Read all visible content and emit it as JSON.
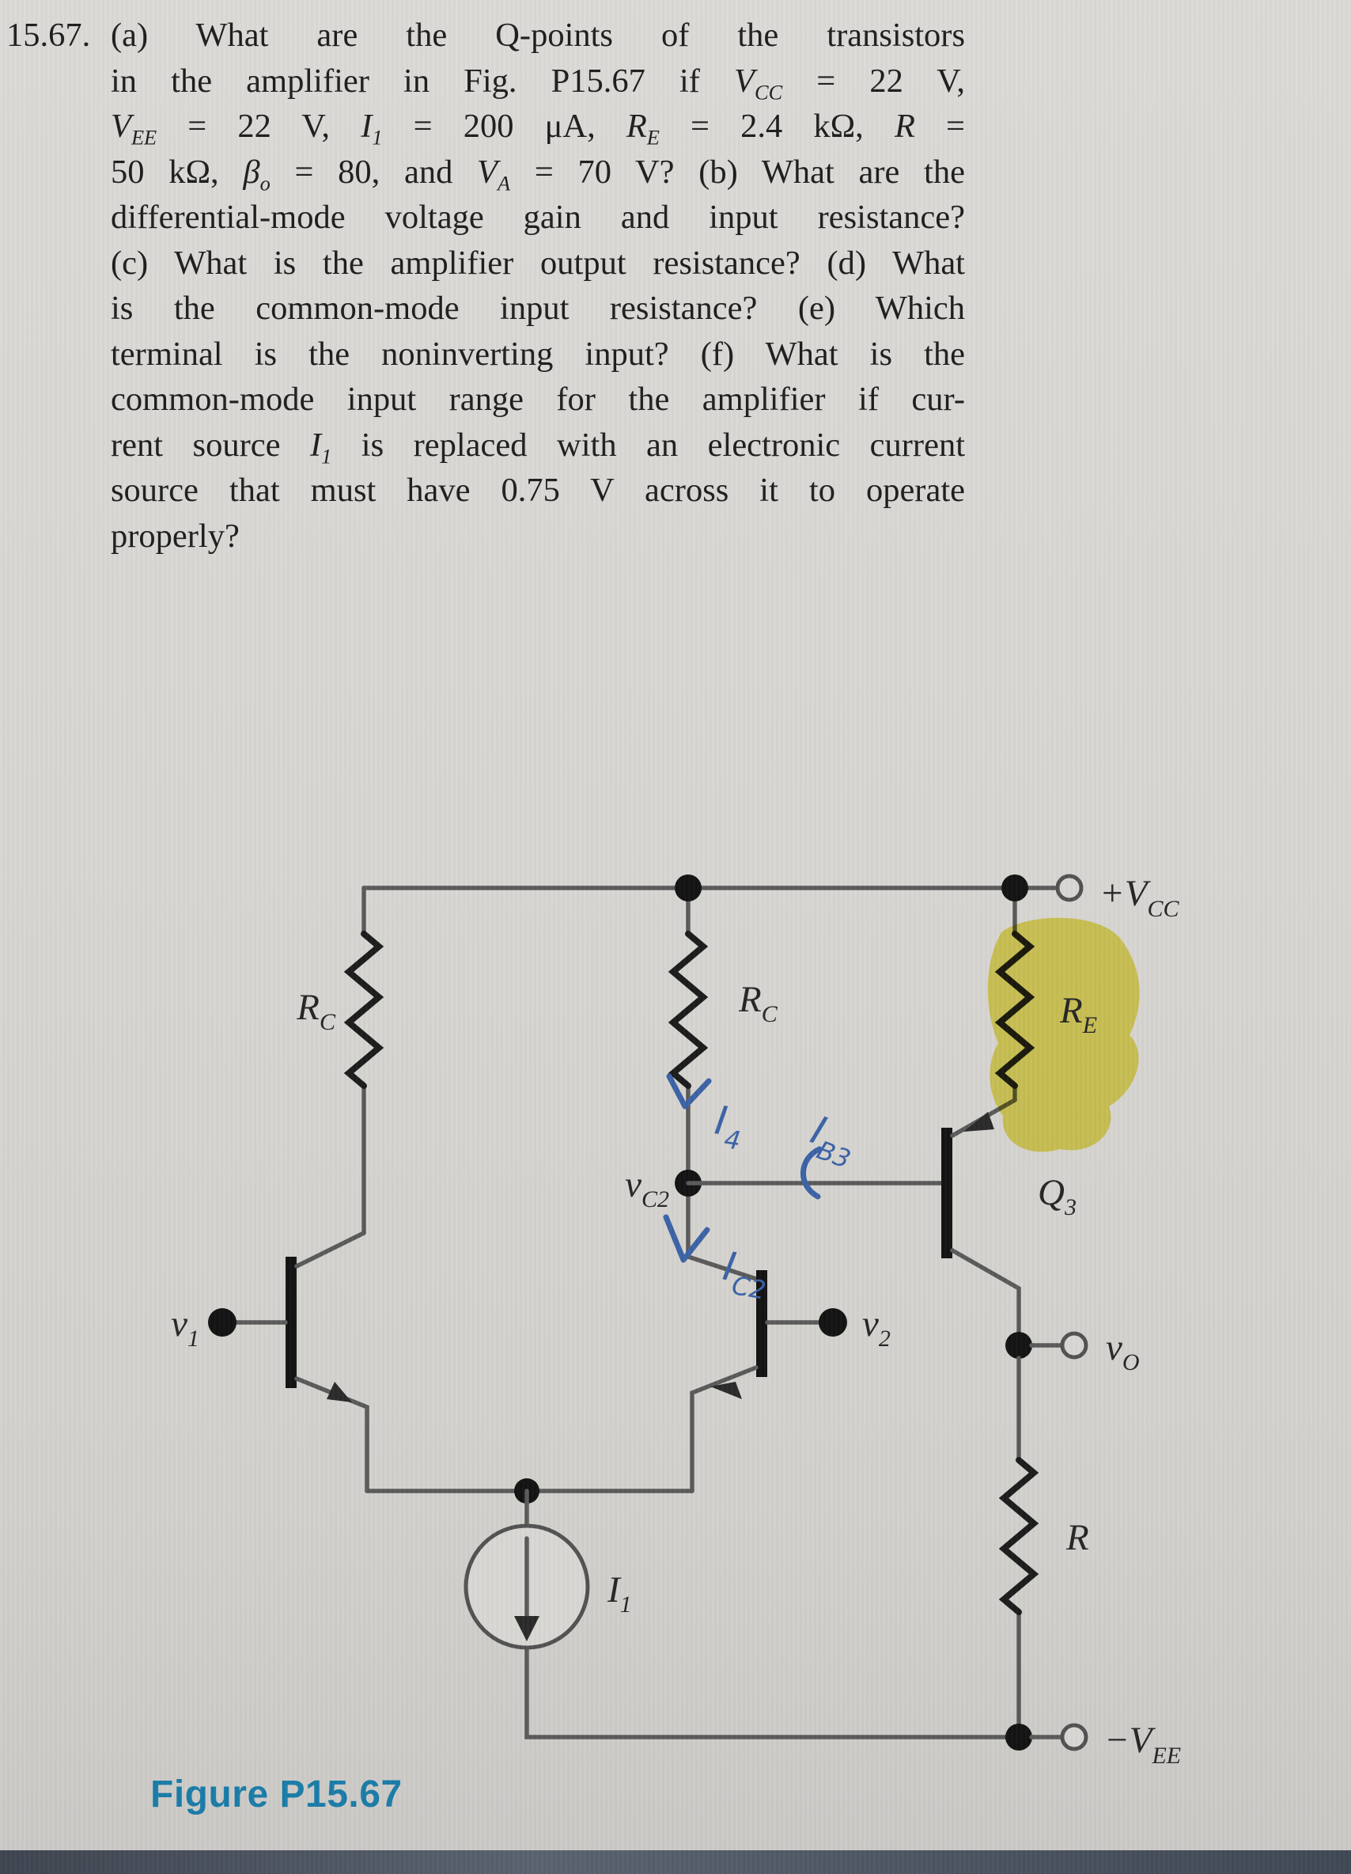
{
  "page": {
    "background": "#d8d6d2",
    "bottom_bar_color": "#4a525f"
  },
  "problem": {
    "number": "15.67.",
    "lines": [
      [
        {
          "t": "(a) What are the Q-points of the transistors"
        }
      ],
      [
        {
          "t": "in the amplifier in Fig. P15.67 if "
        },
        {
          "v": "V",
          "s": "CC"
        },
        {
          "t": " = 22 V,"
        }
      ],
      [
        {
          "v": "V",
          "s": "EE"
        },
        {
          "t": " = 22 V, "
        },
        {
          "v": "I",
          "s": "1"
        },
        {
          "t": " = 200 μA, "
        },
        {
          "v": "R",
          "s": "E"
        },
        {
          "t": " = 2.4 kΩ, "
        },
        {
          "v": "R"
        },
        {
          "t": " ="
        }
      ],
      [
        {
          "t": "50 kΩ, "
        },
        {
          "v": "β",
          "s": "o"
        },
        {
          "t": " = 80, and "
        },
        {
          "v": "V",
          "s": "A"
        },
        {
          "t": " = 70 V? (b) What are the"
        }
      ],
      [
        {
          "t": "differential-mode voltage gain and input resistance?"
        }
      ],
      [
        {
          "t": "(c) What is the amplifier output resistance? (d) What"
        }
      ],
      [
        {
          "t": "is the common-mode input resistance? (e) Which"
        }
      ],
      [
        {
          "t": "terminal is the noninverting input? (f) What is the"
        }
      ],
      [
        {
          "t": "common-mode input range for the amplifier if cur-"
        }
      ],
      [
        {
          "t": "rent source "
        },
        {
          "v": "I",
          "s": "1"
        },
        {
          "t": " is replaced with an electronic current"
        }
      ],
      [
        {
          "t": "source that must have 0.75 V across it to operate"
        }
      ],
      [
        {
          "t": "properly?"
        }
      ]
    ]
  },
  "figure": {
    "caption": "Figure P15.67",
    "caption_color": "#1a7ca8"
  },
  "circuit": {
    "highlight_color": "#e7de3e",
    "labels": {
      "vcc": {
        "prefix": "+",
        "base": "V",
        "sub": "CC"
      },
      "vee": {
        "prefix": "−",
        "base": "V",
        "sub": "EE"
      },
      "rc_left": {
        "base": "R",
        "sub": "C"
      },
      "rc_mid": {
        "base": "R",
        "sub": "C"
      },
      "re": {
        "base": "R",
        "sub": "E"
      },
      "r": {
        "base": "R"
      },
      "q3": {
        "base": "Q",
        "sub": "3"
      },
      "v1": {
        "base": "v",
        "sub": "1"
      },
      "v2": {
        "base": "v",
        "sub": "2"
      },
      "vo": {
        "base": "v",
        "sub": "O"
      },
      "vc2": {
        "base": "v",
        "sub": "C2"
      },
      "i1": {
        "base": "I",
        "sub": "1"
      }
    },
    "annotations": {
      "color": "#3c63a6",
      "i4": {
        "base": "I",
        "sub": "4"
      },
      "ib3": {
        "base": "I",
        "sub": "B3"
      },
      "ic2": {
        "base": "I",
        "sub": "C2"
      }
    }
  }
}
